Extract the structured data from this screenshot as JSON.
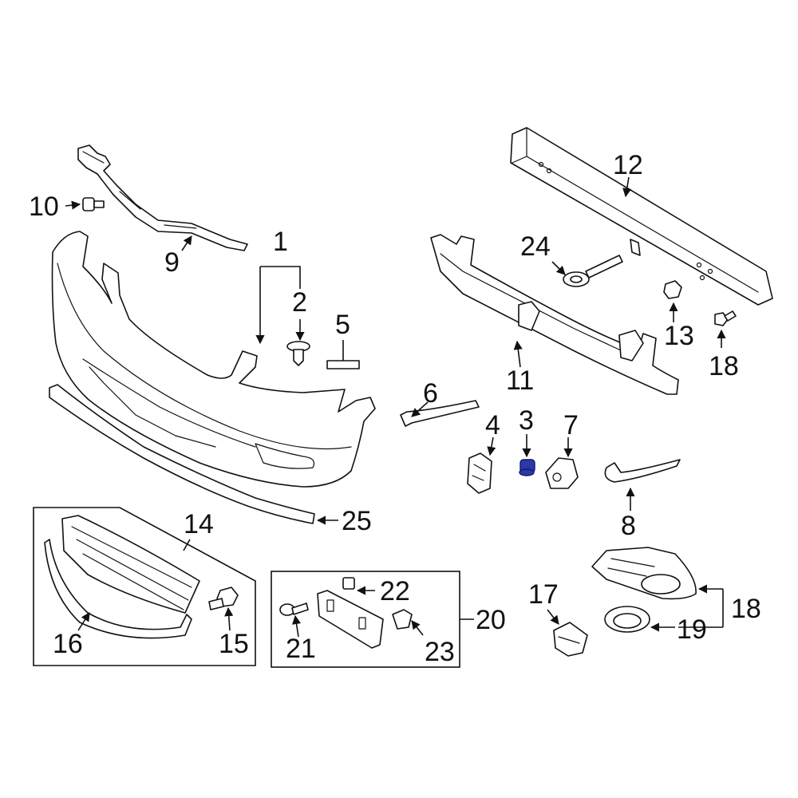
{
  "diagram": {
    "highlight_color": "#2a3aa8",
    "line_color": "#111111",
    "background": "#ffffff",
    "callouts": {
      "c1": "1",
      "c2": "2",
      "c3": "3",
      "c4": "4",
      "c5": "5",
      "c6": "6",
      "c7": "7",
      "c8": "8",
      "c9": "9",
      "c10": "10",
      "c11": "11",
      "c12": "12",
      "c13": "13",
      "c14": "14",
      "c15": "15",
      "c16": "16",
      "c17": "17",
      "c18a": "18",
      "c18b": "18",
      "c19": "19",
      "c20": "20",
      "c21": "21",
      "c22": "22",
      "c23": "23",
      "c24": "24",
      "c25": "25"
    },
    "highlighted_part": "3"
  }
}
